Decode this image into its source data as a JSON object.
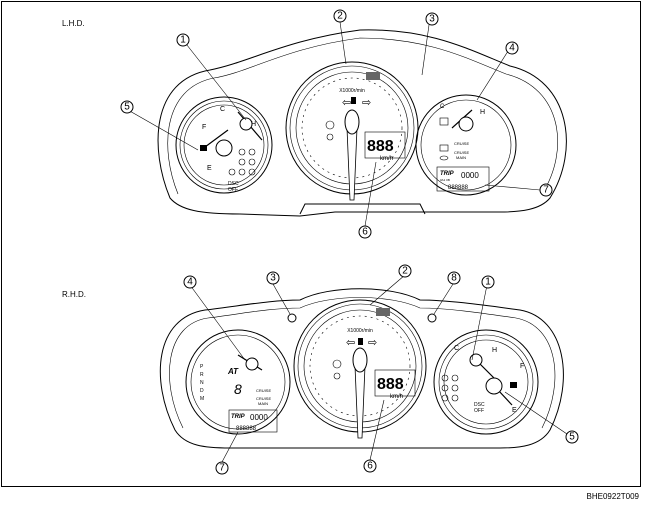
{
  "sections": {
    "lhd": {
      "label": "L.H.D."
    },
    "rhd": {
      "label": "R.H.D."
    }
  },
  "callouts": [
    "1",
    "2",
    "3",
    "4",
    "5",
    "6",
    "7",
    "8"
  ],
  "gauge_text": {
    "speed_unit": "km/h",
    "tach_unit": "X1000r/min",
    "digits": "888",
    "trip": "TRIP",
    "trip_sub": "0A1 0B",
    "trip_digits": "0000",
    "trip_digits_rhd": "0000",
    "odo": "888888",
    "odo_rhd": "888888",
    "temp_h": "H",
    "temp_c": "C",
    "fuel_f": "F",
    "fuel_e": "E",
    "cruise": "CRUISE",
    "cruise_main": "CRUISE\nMAIN",
    "dsc_off": "DSC\nOFF",
    "at": "AT",
    "prnd": [
      "P",
      "R",
      "N",
      "D",
      "M"
    ],
    "big8": "8"
  },
  "figure_code": "BHE0922T009"
}
